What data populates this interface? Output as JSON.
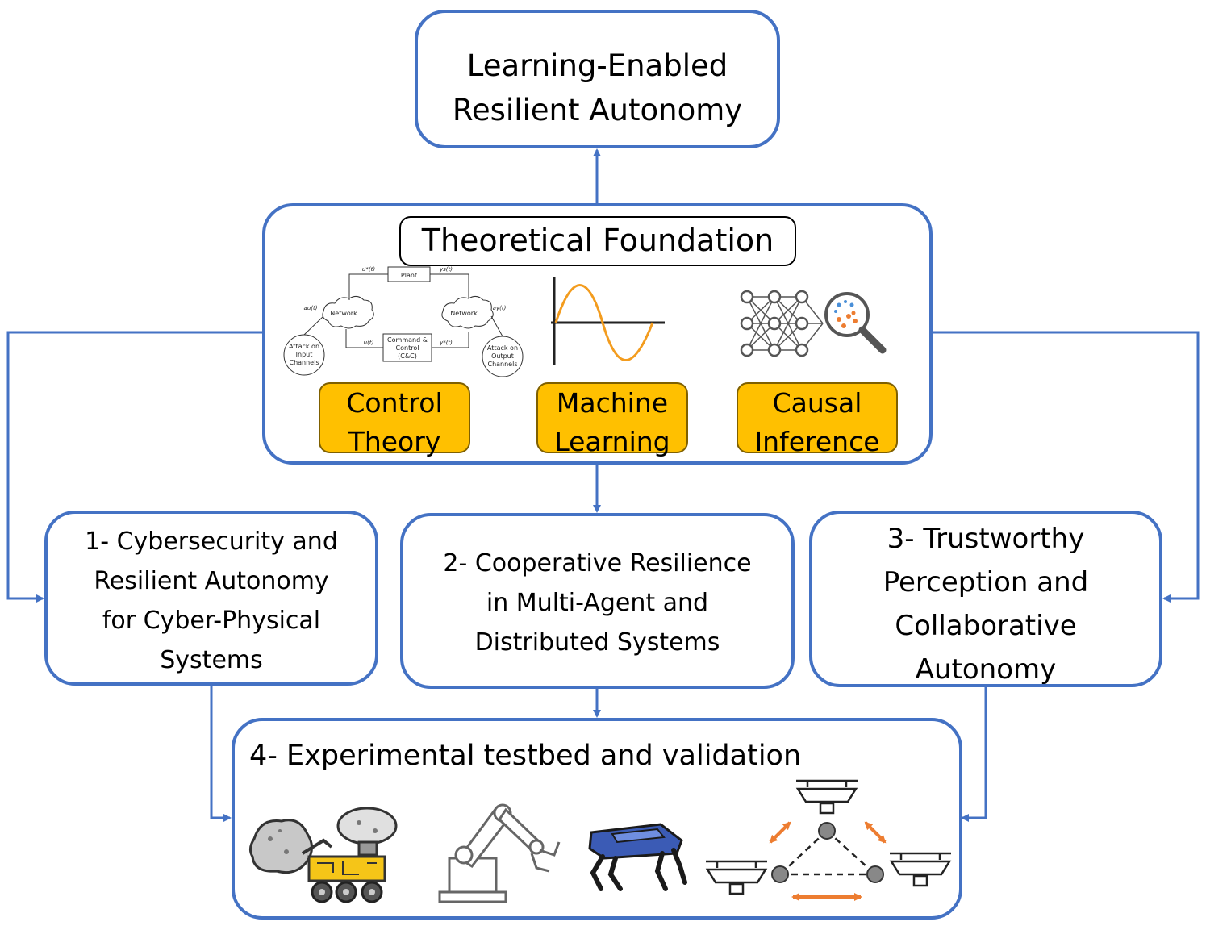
{
  "top": {
    "line1": "Learning-Enabled",
    "line2": "Resilient Autonomy"
  },
  "foundation": {
    "title": "Theoretical Foundation",
    "pills": [
      {
        "line1": "Control",
        "line2": "Theory"
      },
      {
        "line1": "Machine",
        "line2": "Learning"
      },
      {
        "line1": "Causal",
        "line2": "Inference"
      }
    ],
    "control_diagram": {
      "plant": "Plant",
      "network_left": "Network",
      "network_right": "Network",
      "cc_line1": "Command &",
      "cc_line2": "Control",
      "cc_line3": "(C&C)",
      "attack_input": [
        "Attack on",
        "Input",
        "Channels"
      ],
      "attack_output": [
        "Attack on",
        "Output",
        "Channels"
      ],
      "u_star": "u*(t)",
      "y_s": "ys(t)",
      "u": "u(t)",
      "y_star": "y*(t)",
      "a_u": "au(t)",
      "a_y": "ay(t)"
    }
  },
  "areas": [
    {
      "lines": [
        "1- Cybersecurity and",
        "Resilient Autonomy",
        "for Cyber-Physical",
        "Systems"
      ]
    },
    {
      "lines": [
        "2- Cooperative Resilience",
        "in Multi-Agent and",
        "Distributed Systems"
      ]
    },
    {
      "lines": [
        "3- Trustworthy",
        "Perception and",
        "Collaborative",
        "Autonomy"
      ]
    }
  ],
  "testbed": {
    "title": "4- Experimental testbed and validation"
  },
  "colors": {
    "border": "#4472c4",
    "pill": "#ffc000",
    "accent": "#ed7d31",
    "robot_blue": "#3b5bb5"
  }
}
